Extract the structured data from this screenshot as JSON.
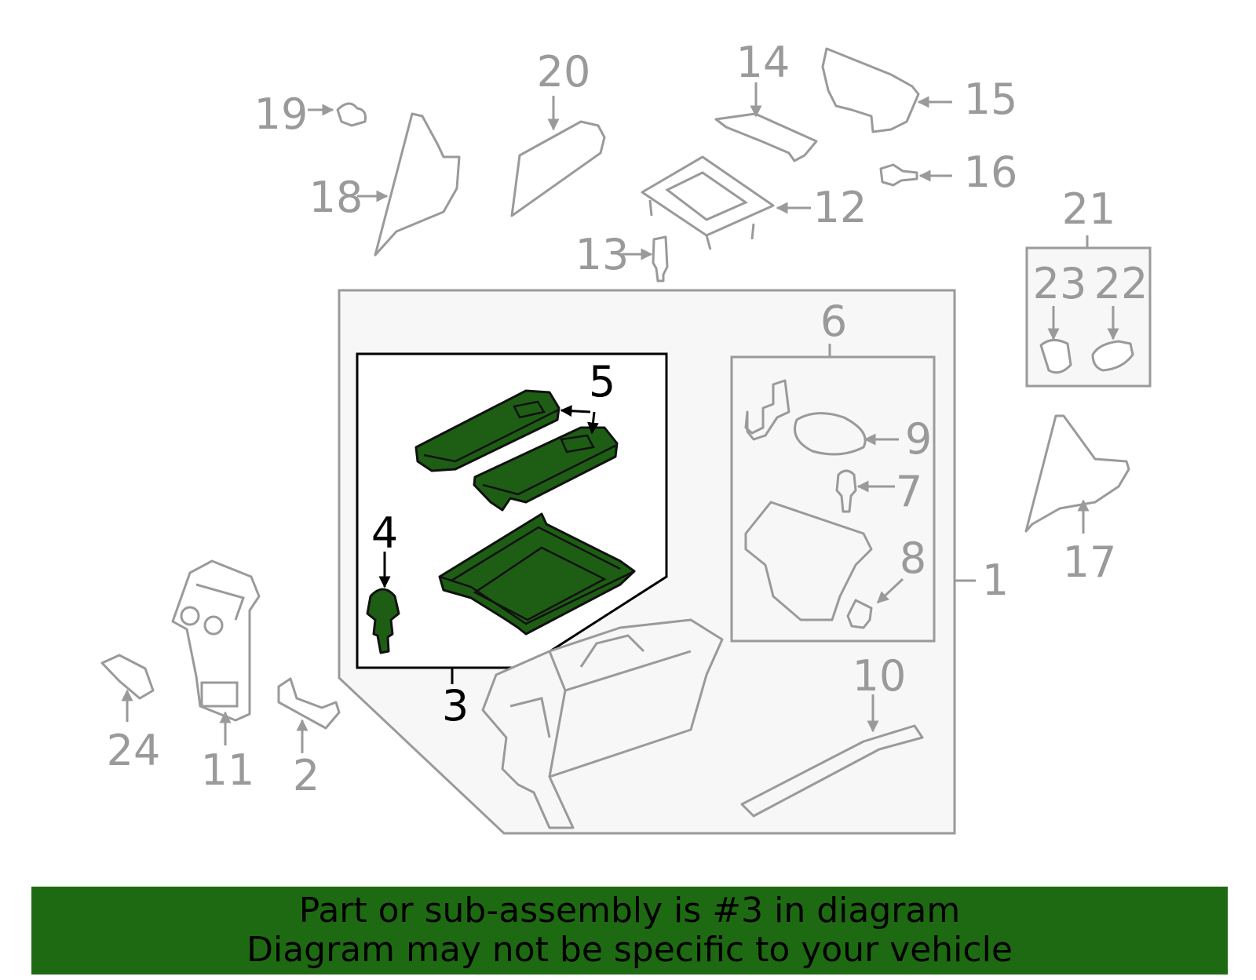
{
  "callouts": [
    {
      "id": "1",
      "highlight": false
    },
    {
      "id": "2",
      "highlight": false
    },
    {
      "id": "3",
      "highlight": true
    },
    {
      "id": "4",
      "highlight": true
    },
    {
      "id": "5",
      "highlight": true
    },
    {
      "id": "6",
      "highlight": false
    },
    {
      "id": "7",
      "highlight": false
    },
    {
      "id": "8",
      "highlight": false
    },
    {
      "id": "9",
      "highlight": false
    },
    {
      "id": "10",
      "highlight": false
    },
    {
      "id": "11",
      "highlight": false
    },
    {
      "id": "12",
      "highlight": false
    },
    {
      "id": "13",
      "highlight": false
    },
    {
      "id": "14",
      "highlight": false
    },
    {
      "id": "15",
      "highlight": false
    },
    {
      "id": "16",
      "highlight": false
    },
    {
      "id": "17",
      "highlight": false
    },
    {
      "id": "18",
      "highlight": false
    },
    {
      "id": "19",
      "highlight": false
    },
    {
      "id": "20",
      "highlight": false
    },
    {
      "id": "21",
      "highlight": false
    },
    {
      "id": "22",
      "highlight": false
    },
    {
      "id": "23",
      "highlight": false
    },
    {
      "id": "24",
      "highlight": false
    }
  ],
  "banner": {
    "line1": "Part or sub-assembly is #3 in diagram",
    "line2": "Diagram may not be specific to your vehicle"
  },
  "colors": {
    "highlight_fill": "#1e5e14",
    "banner_bg": "#1e6a12",
    "outline_gray": "#9a9a9a"
  }
}
